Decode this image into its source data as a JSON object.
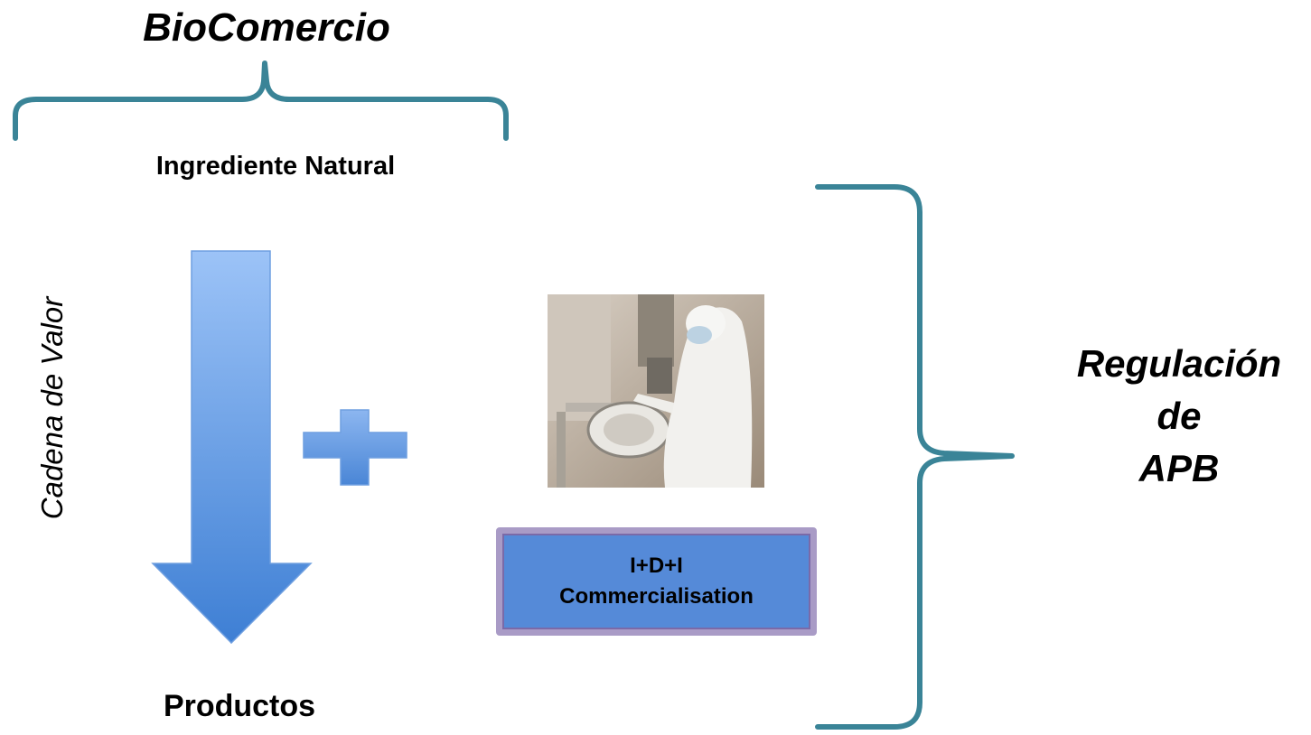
{
  "title": "BioComercio",
  "top_label": "Ingrediente Natural",
  "bottom_label": "Productos",
  "vertical_label": "Cadena de Valor",
  "idi_box": {
    "line1": "I+D+I",
    "line2": "Commercialisation"
  },
  "regulation": {
    "line1": "Regulación",
    "line2": "de",
    "line3": "APB"
  },
  "colors": {
    "bracket": "#3a8497",
    "arrow_top": "#9cc3f7",
    "arrow_bottom": "#3e7fd4",
    "box_fill": "#558ad8",
    "box_border": "#a99bc6"
  },
  "icons": [
    "plus-icon",
    "down-arrow",
    "lab-photo"
  ]
}
